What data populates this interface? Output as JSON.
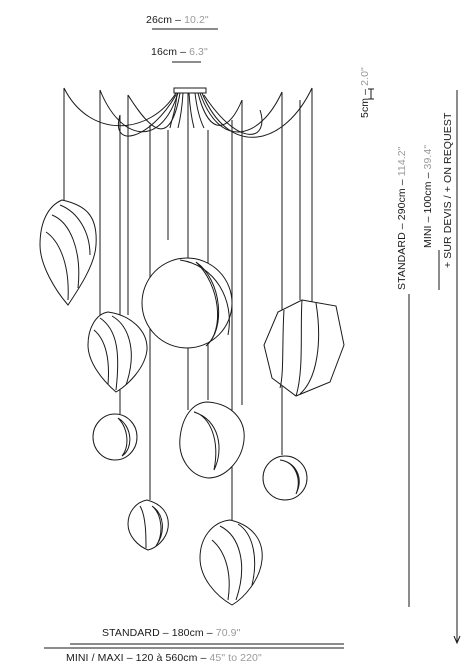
{
  "dimensions": {
    "canopy_outer": {
      "metric": "26cm",
      "sep": " – ",
      "imperial": "10.2\""
    },
    "canopy_inner": {
      "metric": "16cm",
      "sep": " – ",
      "imperial": "6.3\""
    },
    "canopy_height": {
      "metric": "5cm",
      "sep": " – ",
      "imperial": "2.0\""
    },
    "standard_height": {
      "metric": "STANDARD – 290cm",
      "sep": " – ",
      "imperial": "114.2\""
    },
    "mini_height": {
      "metric": "MINI – 100cm",
      "sep": " – ",
      "imperial": "39.4\""
    },
    "on_request": {
      "text": "+ SUR DEVIS / + ON REQUEST"
    },
    "standard_width": {
      "metric": "STANDARD – 180cm",
      "sep": " – ",
      "imperial": "70.9\""
    },
    "mini_maxi_width": {
      "metric": "MINI / MAXI – 120 à 560cm",
      "sep": " – ",
      "imperial": "45\" to 220\""
    }
  },
  "colors": {
    "line": "#1a1a1a",
    "secondary_text": "#9a9a9a"
  }
}
